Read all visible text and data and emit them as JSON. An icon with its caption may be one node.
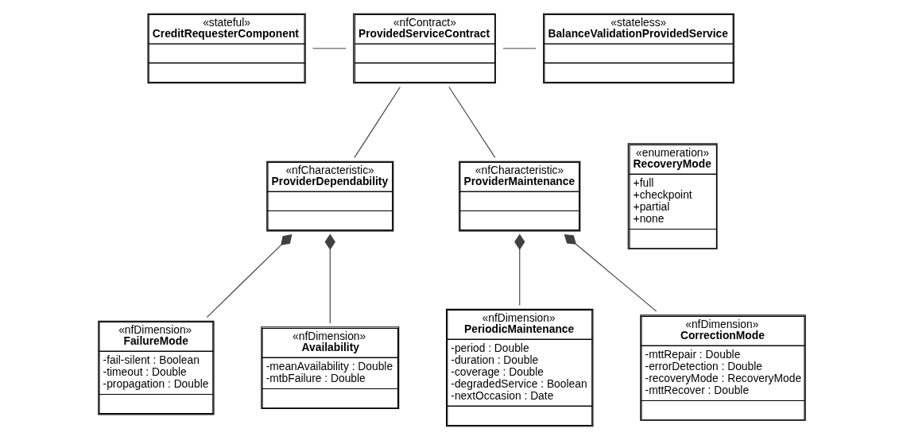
{
  "diagram": {
    "nodes": [
      {
        "text": [
          "«stateful»",
          "CreditRequesterComponent"
        ]
      },
      {
        "text": [
          "«nfContract»",
          "ProvidedServiceContract"
        ]
      },
      {
        "text": [
          "«stateless»",
          "BalanceValidationProvidedService"
        ]
      },
      {
        "text": [
          "«enumeration»",
          "RecoveryMode",
          "+full",
          "+checkpoint",
          "+partial",
          "+none"
        ]
      },
      {
        "text": [
          "«nfCharacteristic»",
          "ProviderDependability"
        ]
      },
      {
        "text": [
          "«nfCharacteristic»",
          "ProviderMaintenance"
        ]
      },
      {
        "text": [
          "«nfDimension»",
          "FailureMode",
          "-fail-silent : Boolean",
          "-timeout : Double",
          "-propagation : Double"
        ]
      },
      {
        "text": [
          "«nfDimension»",
          "Availability",
          "-meanAvailability : Double",
          "-mtbFailure : Double"
        ]
      },
      {
        "text": [
          "«nfDimension»",
          "PeriodicMaintenance",
          "-period : Double",
          "-duration : Double",
          "-coverage : Double",
          "-degradedService : Boolean",
          "-nextOccasion : Date"
        ]
      },
      {
        "text": [
          "«nfDimension»",
          "CorrectionMode",
          "-mttRepair : Double",
          "-errorDetection : Double",
          "-recoveryMode : RecoveryMode",
          "-mttRecover : Double"
        ]
      }
    ],
    "edges": [
      {
        "from": 0,
        "to": 1,
        "arrow": "none"
      },
      {
        "from": 1,
        "to": 2,
        "arrow": "none"
      },
      {
        "from": 1,
        "to": 4,
        "arrow": "none"
      },
      {
        "from": 1,
        "to": 5,
        "arrow": "none"
      },
      {
        "from": 4,
        "to": 6,
        "arrow": "other"
      },
      {
        "from": 4,
        "to": 7,
        "arrow": "other"
      },
      {
        "from": 5,
        "to": 8,
        "arrow": "other"
      },
      {
        "from": 5,
        "to": 9,
        "arrow": "other"
      }
    ]
  }
}
